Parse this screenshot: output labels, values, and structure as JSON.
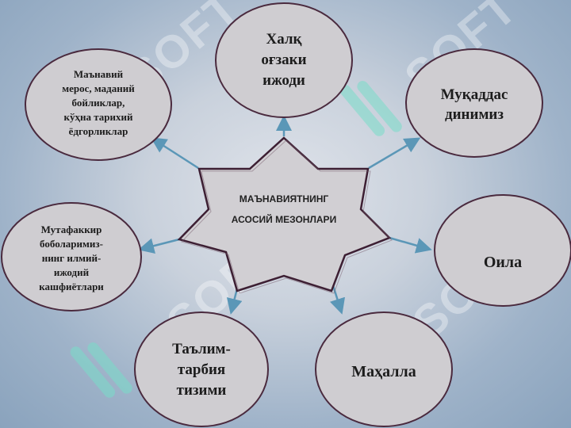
{
  "center": {
    "text": "МАЪНАВИЯТНИНГ\nАСОСИЙ МЕЗОНЛАРИ"
  },
  "nodes": {
    "heritage": "Маънавий\nмерос, маданий\nбойликлар,\nкўҳна тарихий\nёдгорликлар",
    "folk": "Халқ\nоғзаки\nижоди",
    "religion": "Муқаддас\nдинимиз",
    "scholars": "Мутафаккир\nбоболаримиз-\nнинг илмий-\nижодий\nкашфиётлари",
    "family": "Оила",
    "education": "Таълим-\nтарбия\nтизими",
    "mahalla": "Маҳалла"
  },
  "watermark": {
    "text": "SOFT"
  },
  "colors": {
    "ellipse_fill": "#cfcdd1",
    "ellipse_stroke": "#4a2a3e",
    "star_fill": "#d1cfd3",
    "arrow": "#5b97b7"
  }
}
